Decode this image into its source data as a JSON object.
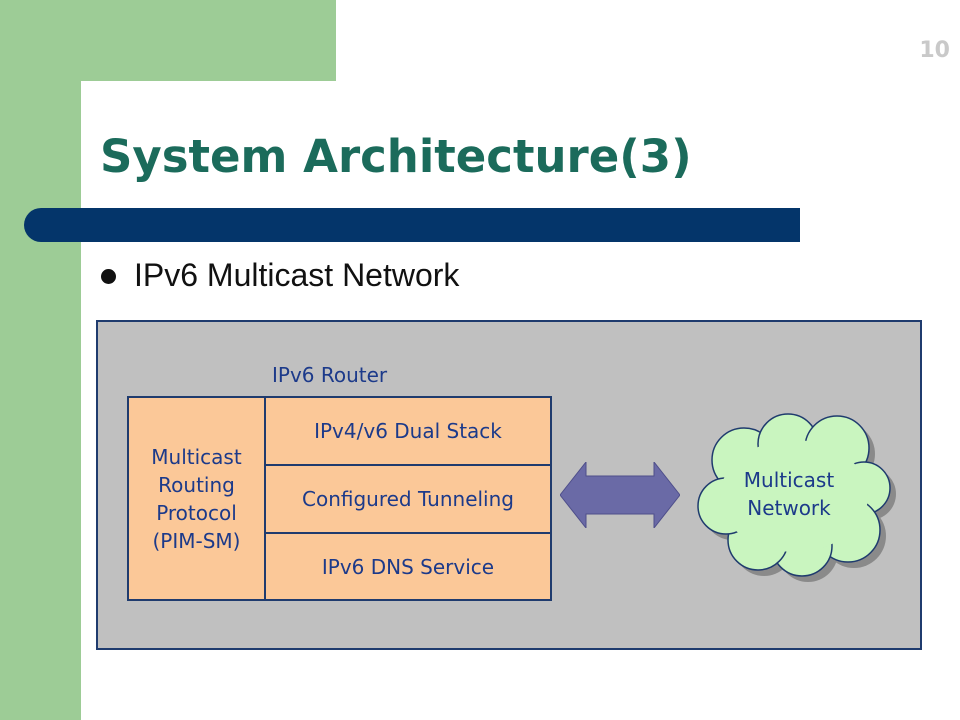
{
  "slide": {
    "page_number": "10",
    "title": "System Architecture(3)",
    "bullet": "IPv6 Multicast Network"
  },
  "diagram": {
    "router_label": "IPv6 Router",
    "left_box": "Multicast\nRouting\nProtocol\n(PIM-SM)",
    "stack": [
      "IPv4/v6 Dual Stack",
      "Configured Tunneling",
      "IPv6 DNS Service"
    ],
    "cloud_label": "Multicast\nNetwork"
  },
  "colors": {
    "accent_green": "#9dcc96",
    "title_color": "#1b6b5b",
    "title_bar": "#04356a",
    "box_fill": "#fbc898",
    "diagram_bg": "#c0c0c0",
    "arrow": "#6a6aa6",
    "cloud_fill": "#c9f5bf"
  },
  "icons": {
    "arrow": "double-arrow-icon",
    "cloud": "cloud-icon"
  }
}
